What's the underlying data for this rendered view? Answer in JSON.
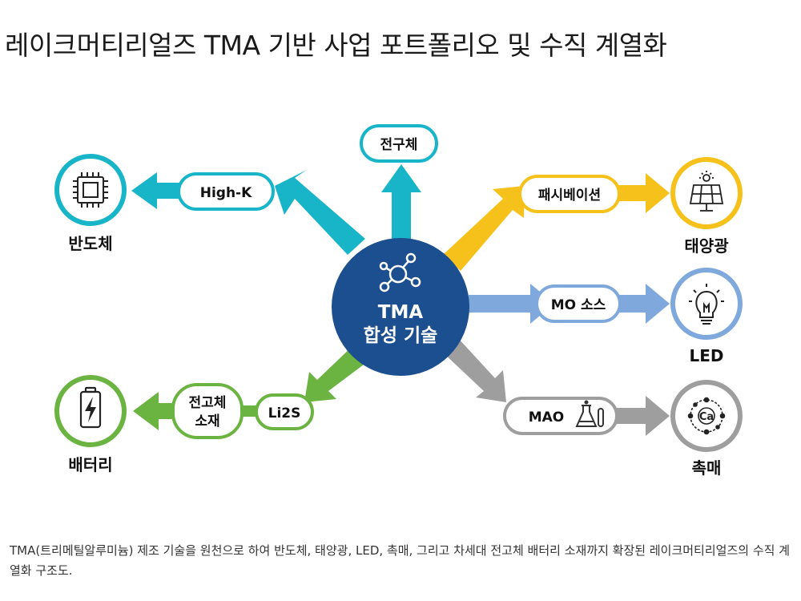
{
  "title": "레이크머티리얼즈 TMA 기반 사업 포트폴리오 및 수직 계열화",
  "center": {
    "line1": "TMA",
    "line2": "합성 기술",
    "icon": "molecule-icon"
  },
  "top_branch": {
    "label": "전구체"
  },
  "branches": {
    "semiconductor": {
      "pill": "High-K",
      "node": "반도체",
      "icon": "chip-icon"
    },
    "solar": {
      "pill": "패시베이션",
      "node": "태양광",
      "icon": "solar-panel-icon"
    },
    "led": {
      "pill": "MO 소스",
      "node": "LED",
      "icon": "lightbulb-icon"
    },
    "catalyst": {
      "pill": "MAO",
      "node": "촉매",
      "icon": "calcium-atom-icon",
      "pill_icon": "flask-icon",
      "atom_text": "Ca"
    },
    "battery": {
      "pill": "Li2S",
      "pill2_line1": "전고체",
      "pill2_line2": "소재",
      "node": "배터리",
      "icon": "battery-icon"
    }
  },
  "colors": {
    "center": "#1c4f8f",
    "teal": "#18b5c9",
    "yellow": "#f5c11a",
    "light_blue": "#7fa9dc",
    "gray": "#9e9e9e",
    "green": "#6cb442"
  },
  "caption": "TMA(트리메틸알루미늄) 제조 기술을 원천으로 하여 반도체, 태양광, LED, 촉매, 그리고 차세대 전고체 배터리 소재까지 확장된 레이크머티리얼즈의 수직 계열화 구조도."
}
